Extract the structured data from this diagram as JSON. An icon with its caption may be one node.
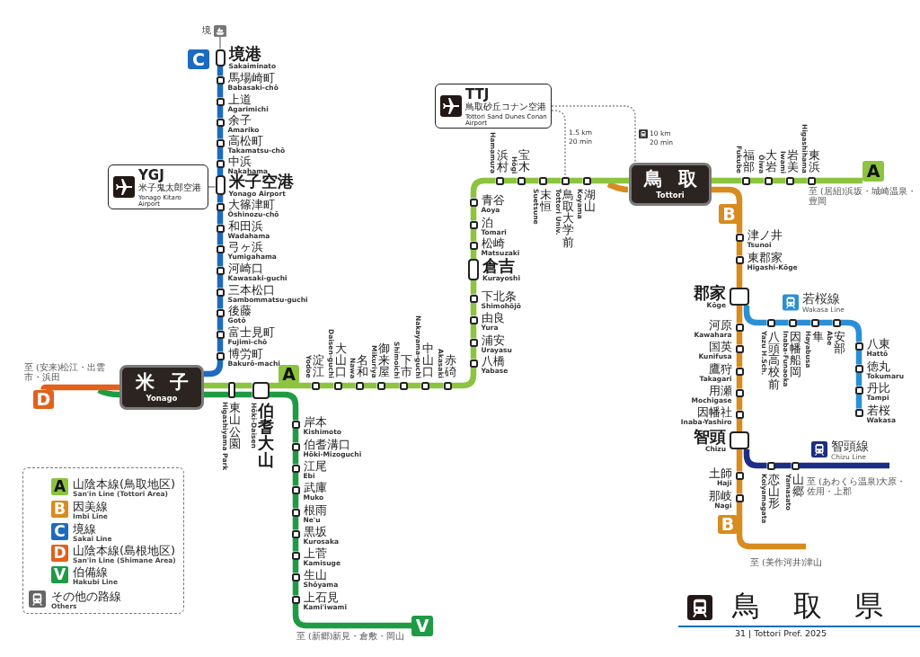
{
  "diagram": {
    "title": "鳥取県",
    "nodes": [
      {
        "text": [
          "米子",
          "Yonago"
        ]
      },
      {
        "text": [
          "鳥取",
          "Tottori"
        ]
      },
      {
        "text": [],
        "shape": "box",
        "beside": [
          "境港",
          "Sakaiminato"
        ]
      },
      {
        "text": [],
        "shape": "box",
        "beside": [
          "馬場崎町",
          "Babasaki-chō"
        ]
      },
      {
        "text": [],
        "shape": "box",
        "beside": [
          "上道",
          "Agarimichi"
        ]
      },
      {
        "text": [],
        "shape": "box",
        "beside": [
          "余子",
          "Amariko"
        ]
      },
      {
        "text": [],
        "shape": "box",
        "beside": [
          "高松町",
          "Takamatsu-chō"
        ]
      },
      {
        "text": [],
        "shape": "box",
        "beside": [
          "中浜",
          "Nakahama"
        ]
      },
      {
        "text": [],
        "shape": "box",
        "beside": [
          "米子空港",
          "Yonago Airport"
        ]
      },
      {
        "text": [],
        "shape": "box",
        "beside": [
          "大篠津町",
          "Ōshinozu-chō"
        ]
      },
      {
        "text": [],
        "shape": "box",
        "beside": [
          "和田浜",
          "Wadahama"
        ]
      },
      {
        "text": [],
        "shape": "box",
        "beside": [
          "弓ヶ浜",
          "Yumigahama"
        ]
      },
      {
        "text": [],
        "shape": "box",
        "beside": [
          "河崎口",
          "Kawasaki-guchi"
        ]
      },
      {
        "text": [],
        "shape": "box",
        "beside": [
          "三本松口",
          "Sambommatsu-guchi"
        ]
      },
      {
        "text": [],
        "shape": "box",
        "beside": [
          "後藤",
          "Gotō"
        ]
      },
      {
        "text": [],
        "shape": "box",
        "beside": [
          "富士見町",
          "Fujimi-chō"
        ]
      },
      {
        "text": [],
        "shape": "box",
        "beside": [
          "博労町",
          "Bakurō-machi"
        ]
      },
      {
        "text": [],
        "shape": "box",
        "beside": [
          "東山公園",
          "Higashiyama Park"
        ]
      },
      {
        "text": [],
        "shape": "box",
        "beside": [
          "伯耆大山",
          "Hōki-Daisen"
        ]
      },
      {
        "text": [],
        "shape": "box",
        "beside": [
          "淀江",
          "Yodoe"
        ]
      },
      {
        "text": [],
        "shape": "box",
        "beside": [
          "大山口",
          "Daisen-guchi"
        ]
      },
      {
        "text": [],
        "shape": "box",
        "beside": [
          "名和",
          "Nawa"
        ]
      },
      {
        "text": [],
        "shape": "box",
        "beside": [
          "御来屋",
          "Mikuriya"
        ]
      },
      {
        "text": [],
        "shape": "box",
        "beside": [
          "下市",
          "Shimoichi"
        ]
      },
      {
        "text": [],
        "shape": "box",
        "beside": [
          "中山口",
          "Nakayama-guchi"
        ]
      },
      {
        "text": [],
        "shape": "box",
        "beside": [
          "赤碕",
          "Akasaki"
        ]
      },
      {
        "text": [],
        "shape": "box",
        "beside": [
          "八橋",
          "Yabase"
        ]
      },
      {
        "text": [],
        "shape": "box",
        "beside": [
          "浦安",
          "Urayasu"
        ]
      },
      {
        "text": [],
        "shape": "box",
        "beside": [
          "由良",
          "Yura"
        ]
      },
      {
        "text": [],
        "shape": "box",
        "beside": [
          "下北条",
          "Shimohōjō"
        ]
      },
      {
        "text": [],
        "shape": "box",
        "beside": [
          "倉吉",
          "Kurayoshi"
        ]
      },
      {
        "text": [],
        "shape": "box",
        "beside": [
          "松崎",
          "Matsuzaki"
        ]
      },
      {
        "text": [],
        "shape": "box",
        "beside": [
          "泊",
          "Tomari"
        ]
      },
      {
        "text": [],
        "shape": "box",
        "beside": [
          "青谷",
          "Aoya"
        ]
      },
      {
        "text": [],
        "shape": "box",
        "beside": [
          "浜村",
          "Hamamura"
        ]
      },
      {
        "text": [],
        "shape": "box",
        "beside": [
          "宝木",
          "Hōgi"
        ]
      },
      {
        "text": [],
        "shape": "box",
        "beside": [
          "末恒",
          "Suetsune"
        ]
      },
      {
        "text": [],
        "shape": "box",
        "beside": [
          "鳥取大学前",
          "Tottori Univ."
        ]
      },
      {
        "text": [],
        "shape": "box",
        "beside": [
          "湖山",
          "Koyama"
        ]
      },
      {
        "text": [],
        "shape": "box",
        "beside": [
          "福部",
          "Fukube"
        ]
      },
      {
        "text": [],
        "shape": "box",
        "beside": [
          "大岩",
          "Ōiwa"
        ]
      },
      {
        "text": [],
        "shape": "box",
        "beside": [
          "岩美",
          "Iwami"
        ]
      },
      {
        "text": [],
        "shape": "box",
        "beside": [
          "東浜",
          "Higashihama"
        ]
      },
      {
        "text": [],
        "shape": "box",
        "beside": [
          "岸本",
          "Kishimoto"
        ]
      },
      {
        "text": [],
        "shape": "box",
        "beside": [
          "伯耆溝口",
          "Hōki-Mizoguchi"
        ]
      },
      {
        "text": [],
        "shape": "box",
        "beside": [
          "江尾",
          "Ebi"
        ]
      },
      {
        "text": [],
        "shape": "box",
        "beside": [
          "武庫",
          "Muko"
        ]
      },
      {
        "text": [],
        "shape": "box",
        "beside": [
          "根雨",
          "Ne'u"
        ]
      },
      {
        "text": [],
        "shape": "box",
        "beside": [
          "黒坂",
          "Kurosaka"
        ]
      },
      {
        "text": [],
        "shape": "box",
        "beside": [
          "上菅",
          "Kamisuge"
        ]
      },
      {
        "text": [],
        "shape": "box",
        "beside": [
          "生山",
          "Shōyama"
        ]
      },
      {
        "text": [],
        "shape": "box",
        "beside": [
          "上石見",
          "Kami'iwami"
        ]
      },
      {
        "text": [],
        "shape": "box",
        "beside": [
          "津ノ井",
          "Tsunoi"
        ]
      },
      {
        "text": [],
        "shape": "box",
        "beside": [
          "東郡家",
          "Higashi-Kōge"
        ]
      },
      {
        "text": [],
        "shape": "box",
        "beside": [
          "郡家",
          "Kōge"
        ]
      },
      {
        "text": [],
        "shape": "box",
        "beside": [
          "河原",
          "Kawahara"
        ]
      },
      {
        "text": [],
        "shape": "box",
        "beside": [
          "国英",
          "Kunifusa"
        ]
      },
      {
        "text": [],
        "shape": "box",
        "beside": [
          "鷹狩",
          "Takagari"
        ]
      },
      {
        "text": [],
        "shape": "box",
        "beside": [
          "用瀬",
          "Mochigase"
        ]
      },
      {
        "text": [],
        "shape": "box",
        "beside": [
          "因幡社",
          "Inaba-Yashiro"
        ]
      },
      {
        "text": [],
        "shape": "box",
        "beside": [
          "智頭",
          "Chizu"
        ]
      },
      {
        "text": [],
        "shape": "box",
        "beside": [
          "土師",
          "Haji"
        ]
      },
      {
        "text": [],
        "shape": "box",
        "beside": [
          "那岐",
          "Nagi"
        ]
      },
      {
        "text": [],
        "shape": "box",
        "beside": [
          "八頭高校前",
          "Yazu H.Sch."
        ]
      },
      {
        "text": [],
        "shape": "box",
        "beside": [
          "因幡船岡",
          "Inaba-Funaoka"
        ]
      },
      {
        "text": [],
        "shape": "box",
        "beside": [
          "隼",
          "Hayabusa"
        ]
      },
      {
        "text": [],
        "shape": "box",
        "beside": [
          "安部",
          "Abe"
        ]
      },
      {
        "text": [],
        "shape": "box",
        "beside": [
          "八東",
          "Hattō"
        ]
      },
      {
        "text": [],
        "shape": "box",
        "beside": [
          "徳丸",
          "Tokumaru"
        ]
      },
      {
        "text": [],
        "shape": "box",
        "beside": [
          "丹比",
          "Tampi"
        ]
      },
      {
        "text": [],
        "shape": "box",
        "beside": [
          "若桜",
          "Wakasa"
        ]
      },
      {
        "text": [],
        "shape": "box",
        "beside": [
          "恋山形",
          "Koiyamagata"
        ]
      },
      {
        "text": [],
        "shape": "box",
        "beside": [
          "山郷",
          "Yamasato"
        ]
      },
      {
        "text": [
          "YGJ",
          "米子鬼太郎空港",
          "Yonago Kitaro Airport"
        ]
      },
      {
        "text": [
          "TTJ",
          "鳥取砂丘コナン空港",
          "Tottori Sand Dunes Conan Airport"
        ]
      },
      {
        "text": [],
        "shape": "picture",
        "beside": [
          "境"
        ]
      },
      {
        "text": [
          "C"
        ]
      },
      {
        "text": [
          "A"
        ]
      },
      {
        "text": [
          "A"
        ]
      },
      {
        "text": [
          "B"
        ]
      },
      {
        "text": [
          "B"
        ]
      },
      {
        "text": [
          "D"
        ]
      },
      {
        "text": [
          "V"
        ]
      }
    ],
    "edges": [
      {
        "from": 75,
        "to": 2,
        "arrow": "none",
        "color": "#8a8a8a"
      },
      {
        "from": 2,
        "to": 3,
        "arrow": "none",
        "color": "#1c6bbf"
      },
      {
        "from": 3,
        "to": 4,
        "arrow": "none",
        "color": "#1c6bbf"
      },
      {
        "from": 4,
        "to": 5,
        "arrow": "none",
        "color": "#1c6bbf"
      },
      {
        "from": 5,
        "to": 6,
        "arrow": "none",
        "color": "#1c6bbf"
      },
      {
        "from": 6,
        "to": 7,
        "arrow": "none",
        "color": "#1c6bbf"
      },
      {
        "from": 7,
        "to": 8,
        "arrow": "none",
        "color": "#1c6bbf"
      },
      {
        "from": 8,
        "to": 9,
        "arrow": "none",
        "color": "#1c6bbf"
      },
      {
        "from": 9,
        "to": 10,
        "arrow": "none",
        "color": "#1c6bbf"
      },
      {
        "from": 10,
        "to": 11,
        "arrow": "none",
        "color": "#1c6bbf"
      },
      {
        "from": 11,
        "to": 12,
        "arrow": "none",
        "color": "#1c6bbf"
      },
      {
        "from": 12,
        "to": 13,
        "arrow": "none",
        "color": "#1c6bbf"
      },
      {
        "from": 13,
        "to": 14,
        "arrow": "none",
        "color": "#1c6bbf"
      },
      {
        "from": 14,
        "to": 15,
        "arrow": "none",
        "color": "#1c6bbf"
      },
      {
        "from": 15,
        "to": 16,
        "arrow": "none",
        "color": "#1c6bbf"
      },
      {
        "from": 16,
        "to": 0,
        "arrow": "none",
        "color": "#1c6bbf"
      },
      {
        "from": 73,
        "to": 8,
        "arrow": "none",
        "color": "#8a8a8a"
      },
      {
        "from": 0,
        "to": 81,
        "arrow": "none",
        "color": "#e2611b"
      },
      {
        "from": 0,
        "to": 17,
        "arrow": "none"
      },
      {
        "from": 17,
        "to": 18,
        "arrow": "none"
      },
      {
        "from": 18,
        "to": 19,
        "arrow": "none"
      },
      {
        "from": 19,
        "to": 20,
        "arrow": "none"
      },
      {
        "from": 20,
        "to": 21,
        "arrow": "none"
      },
      {
        "from": 21,
        "to": 22,
        "arrow": "none"
      },
      {
        "from": 22,
        "to": 23,
        "arrow": "none"
      },
      {
        "from": 23,
        "to": 24,
        "arrow": "none"
      },
      {
        "from": 24,
        "to": 25,
        "arrow": "none"
      },
      {
        "from": 25,
        "to": 26,
        "arrow": "none"
      },
      {
        "from": 26,
        "to": 27,
        "arrow": "none"
      },
      {
        "from": 27,
        "to": 28,
        "arrow": "none"
      },
      {
        "from": 28,
        "to": 29,
        "arrow": "none"
      },
      {
        "from": 29,
        "to": 30,
        "arrow": "none"
      },
      {
        "from": 30,
        "to": 31,
        "arrow": "none"
      },
      {
        "from": 31,
        "to": 32,
        "arrow": "none"
      },
      {
        "from": 32,
        "to": 33,
        "arrow": "none"
      },
      {
        "from": 33,
        "to": 34,
        "arrow": "none"
      },
      {
        "from": 34,
        "to": 35,
        "arrow": "none"
      },
      {
        "from": 35,
        "to": 36,
        "arrow": "none"
      },
      {
        "from": 36,
        "to": 37,
        "arrow": "none"
      },
      {
        "from": 37,
        "to": 38,
        "arrow": "none"
      },
      {
        "from": 38,
        "to": 1,
        "arrow": "none"
      },
      {
        "from": 1,
        "to": 39,
        "arrow": "none"
      },
      {
        "from": 39,
        "to": 40,
        "arrow": "none"
      },
      {
        "from": 40,
        "to": 41,
        "arrow": "none"
      },
      {
        "from": 41,
        "to": 42,
        "arrow": "none"
      },
      {
        "from": 42,
        "to": 78,
        "arrow": "none"
      },
      {
        "from": 0,
        "to": 17,
        "arrow": "none",
        "color": "#1f9a45"
      },
      {
        "from": 17,
        "to": 18,
        "arrow": "none",
        "color": "#1f9a45"
      },
      {
        "from": 18,
        "to": 43,
        "arrow": "none",
        "color": "#1f9a45"
      },
      {
        "from": 43,
        "to": 44,
        "arrow": "none",
        "color": "#1f9a45"
      },
      {
        "from": 44,
        "to": 45,
        "arrow": "none",
        "color": "#1f9a45"
      },
      {
        "from": 45,
        "to": 46,
        "arrow": "none",
        "color": "#1f9a45"
      },
      {
        "from": 46,
        "to": 47,
        "arrow": "none",
        "color": "#1f9a45"
      },
      {
        "from": 47,
        "to": 48,
        "arrow": "none",
        "color": "#1f9a45"
      },
      {
        "from": 48,
        "to": 49,
        "arrow": "none",
        "color": "#1f9a45"
      },
      {
        "from": 49,
        "to": 50,
        "arrow": "none",
        "color": "#1f9a45"
      },
      {
        "from": 50,
        "to": 51,
        "arrow": "none",
        "color": "#1f9a45"
      },
      {
        "from": 51,
        "to": 82,
        "arrow": "none",
        "color": "#1f9a45"
      },
      {
        "from": 1,
        "to": 52,
        "arrow": "none",
        "color": "#d88b1e"
      },
      {
        "from": 52,
        "to": 53,
        "arrow": "none",
        "color": "#d88b1e"
      },
      {
        "from": 53,
        "to": 54,
        "arrow": "none",
        "color": "#d88b1e"
      },
      {
        "from": 54,
        "to": 55,
        "arrow": "none",
        "color": "#d88b1e"
      },
      {
        "from": 55,
        "to": 56,
        "arrow": "none",
        "color": "#d88b1e"
      },
      {
        "from": 56,
        "to": 57,
        "arrow": "none",
        "color": "#d88b1e"
      },
      {
        "from": 57,
        "to": 58,
        "arrow": "none",
        "color": "#d88b1e"
      },
      {
        "from": 58,
        "to": 59,
        "arrow": "none",
        "color": "#d88b1e"
      },
      {
        "from": 59,
        "to": 60,
        "arrow": "none",
        "color": "#d88b1e"
      },
      {
        "from": 60,
        "to": 61,
        "arrow": "none",
        "color": "#d88b1e"
      },
      {
        "from": 61,
        "to": 62,
        "arrow": "none",
        "color": "#d88b1e"
      },
      {
        "from": 62,
        "to": null,
        "arrow": "none",
        "color": "#d88b1e"
      },
      {
        "from": 54,
        "to": 63,
        "arrow": "none",
        "color": "#2b8fd5"
      },
      {
        "from": 63,
        "to": 64,
        "arrow": "none",
        "color": "#2b8fd5"
      },
      {
        "from": 64,
        "to": 65,
        "arrow": "none",
        "color": "#2b8fd5"
      },
      {
        "from": 65,
        "to": 66,
        "arrow": "none",
        "color": "#2b8fd5"
      },
      {
        "from": 66,
        "to": 67,
        "arrow": "none",
        "color": "#2b8fd5"
      },
      {
        "from": 67,
        "to": 68,
        "arrow": "none",
        "color": "#2b8fd5"
      },
      {
        "from": 68,
        "to": 69,
        "arrow": "none",
        "color": "#2b8fd5"
      },
      {
        "from": 69,
        "to": 70,
        "arrow": "none",
        "color": "#2b8fd5"
      },
      {
        "from": 60,
        "to": 71,
        "arrow": "none",
        "color": "#1c2d85"
      },
      {
        "from": 71,
        "to": 72,
        "arrow": "none",
        "color": "#1c2d85"
      },
      {
        "from": 72,
        "to": null,
        "arrow": "none",
        "color": "#1c2d85"
      },
      {
        "from": 74,
        "to": 37,
        "arrow": "none",
        "style": "dashed",
        "color": "#8a8a8a",
        "label": "1.5 km 20 min"
      },
      {
        "from": 74,
        "to": 1,
        "arrow": "none",
        "style": "dashed",
        "color": "#8a8a8a",
        "label": "10 km 20 min"
      }
    ],
    "labels": [
      "至 (安来)松江・出雲市・浜田",
      "至 (居組)浜坂・城崎温泉・豊岡",
      "若桜線",
      "Wakasa Line",
      "智頭線",
      "Chizu Line",
      "至 (あわくら温泉)大原・佐用・上郡",
      "至 (美作河井)津山",
      "至 (新郷)新見・倉敷・岡山",
      "A",
      "B",
      "C",
      "D",
      "V",
      "31 | Tottori Pref. 2025"
    ],
    "legend": [
      {
        "text": "山陰本線(鳥取地区) San'in Line (Tottori Area)",
        "color": "#8cc43f"
      },
      {
        "text": "因美線 Imbi Line",
        "color": "#d88b1e"
      },
      {
        "text": "境線 Sakai Line",
        "color": "#1c6bbf"
      },
      {
        "text": "山陰本線(島根地区) San'in Line (Shimane Area)",
        "color": "#e2611b"
      },
      {
        "text": "伯備線 Hakubi Line",
        "color": "#1f9a45"
      },
      {
        "text": "その他の路線 Others"
      }
    ]
  }
}
